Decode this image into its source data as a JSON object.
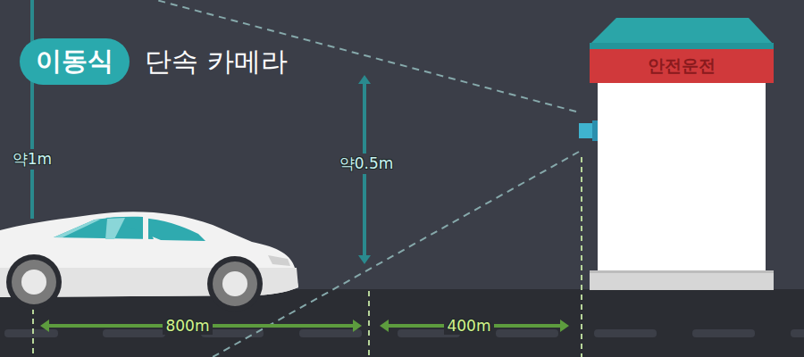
{
  "diagram": {
    "title": "단속 카메라",
    "nodes": [
      {
        "text": [
          "이동식"
        ]
      },
      {
        "text": [
          "안전운전"
        ]
      }
    ],
    "labels": [
      "약1m",
      "약0.5m",
      "800m",
      "400m"
    ]
  }
}
